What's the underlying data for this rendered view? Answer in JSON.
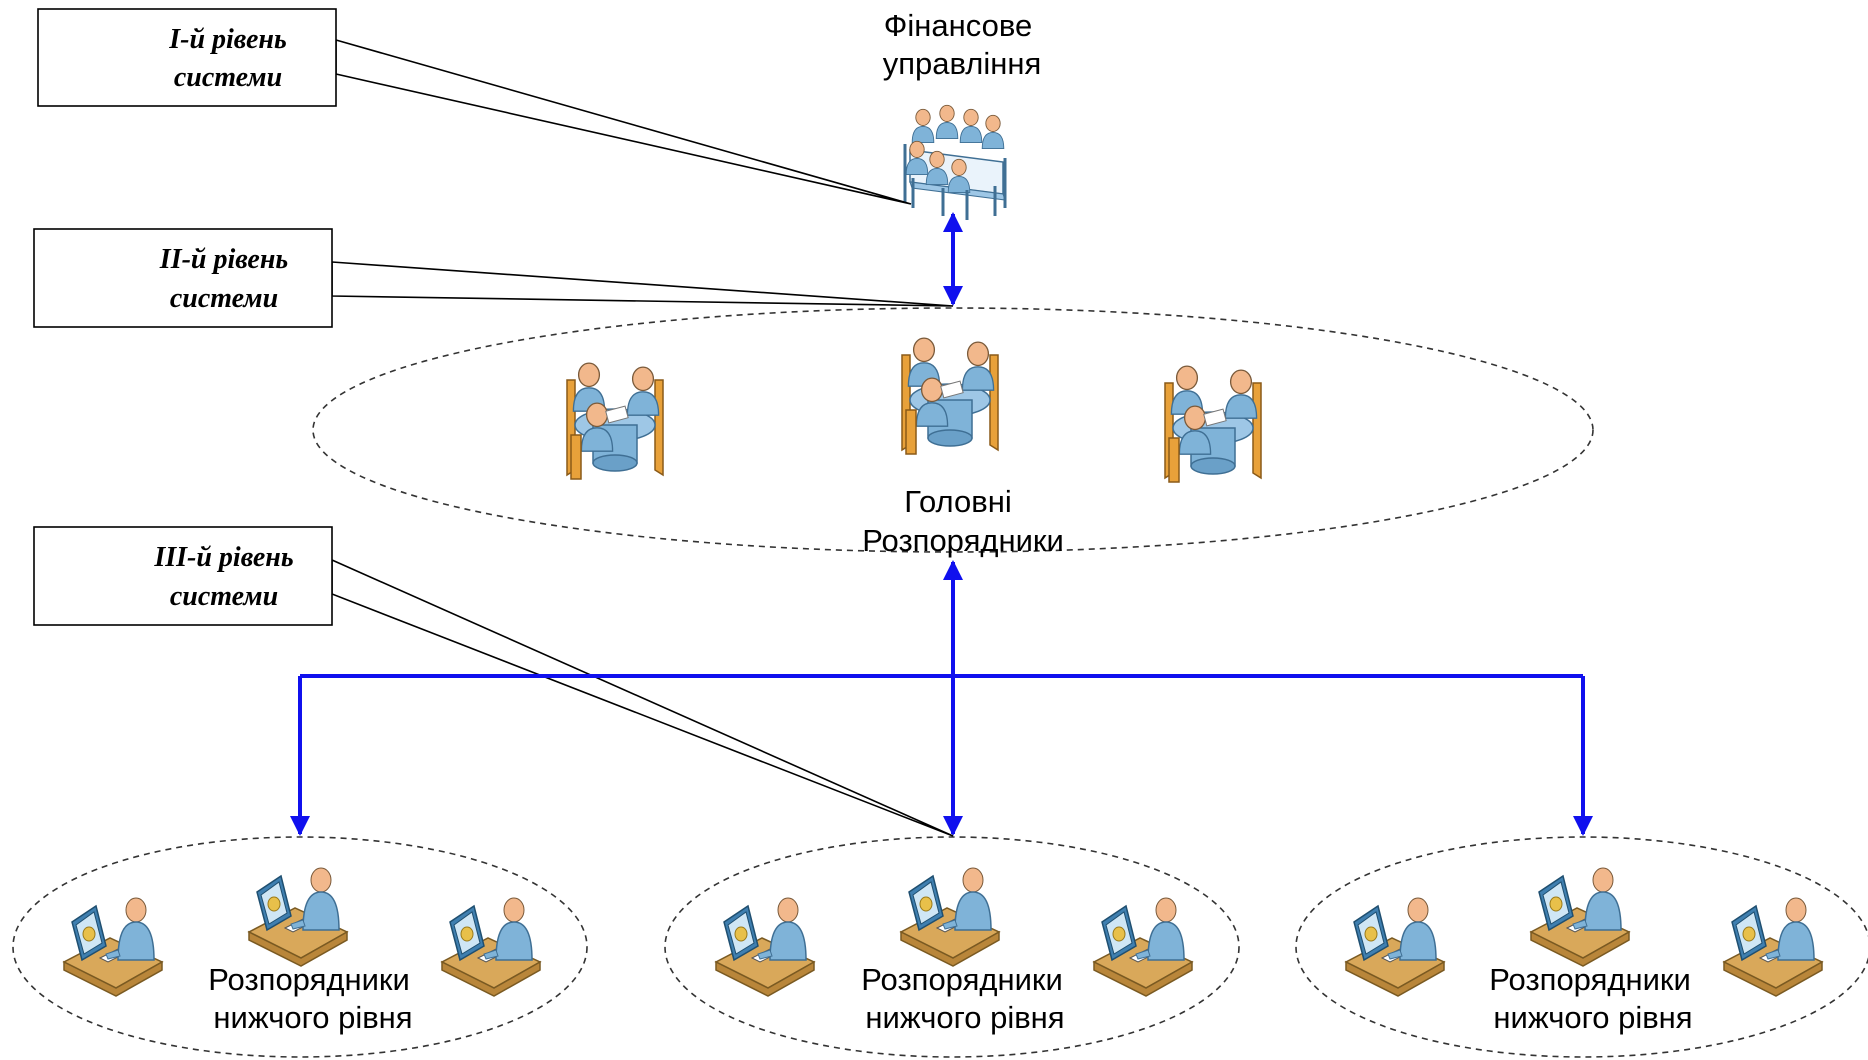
{
  "title": "",
  "top_node": {
    "label_line1": "Фінансове",
    "label_line2": "управління",
    "icon": "board-meeting-icon"
  },
  "main_group": {
    "label_line1": "Головні",
    "label_line2": "Розпорядники",
    "icon": "meeting-table-icon",
    "members": 3
  },
  "lower_groups": [
    {
      "label_line1": "Розпорядники",
      "label_line2": "нижчого рівня",
      "icon": "workstation-user-icon"
    },
    {
      "label_line1": "Розпорядники",
      "label_line2": "нижчого рівня",
      "icon": "workstation-user-icon"
    },
    {
      "label_line1": "Розпорядники",
      "label_line2": "нижчого рівня",
      "icon": "workstation-user-icon"
    }
  ],
  "levels": [
    {
      "line1": "І-й рівень",
      "line2": "системи"
    },
    {
      "line1": "ІІ-й рівень",
      "line2": "системи"
    },
    {
      "line1": "ІІІ-й рівень",
      "line2": "системи"
    }
  ],
  "colors": {
    "connector": "#1010ee",
    "person_blue": "#7fb3d8",
    "person_skin": "#f2b88c",
    "table_orange": "#e8a13a",
    "desk_tan": "#d9a85a",
    "ellipse_border": "#333333"
  }
}
